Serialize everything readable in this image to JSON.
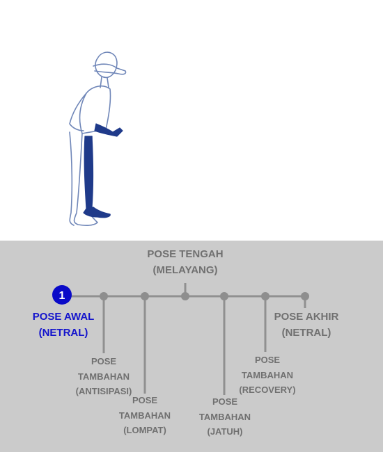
{
  "colors": {
    "panel_bg": "#cbcbcb",
    "timeline_line": "#909090",
    "node_fill": "#8e8e8e",
    "label_text": "#707070",
    "active_color": "#1414cc",
    "figure_stroke": "#1f3a8a"
  },
  "illustration": {
    "icon": "standing-figure-drawing"
  },
  "timeline": {
    "active_badge": "1",
    "labels": {
      "pose_tengah": {
        "line1": "POSE TENGAH",
        "line2": "(MELAYANG)"
      },
      "pose_awal": {
        "line1": "POSE AWAL",
        "line2": "(NETRAL)"
      },
      "pose_akhir": {
        "line1": "POSE AKHIR",
        "line2": "(NETRAL)"
      },
      "antisipasi": {
        "line1": "POSE",
        "line2": "TAMBAHAN",
        "line3": "(ANTISIPASI)"
      },
      "lompat": {
        "line1": "POSE",
        "line2": "TAMBAHAN",
        "line3": "(LOMPAT)"
      },
      "jatuh": {
        "line1": "POSE",
        "line2": "TAMBAHAN",
        "line3": "(JATUH)"
      },
      "recovery": {
        "line1": "POSE",
        "line2": "TAMBAHAN",
        "line3": "(RECOVERY)"
      }
    }
  }
}
